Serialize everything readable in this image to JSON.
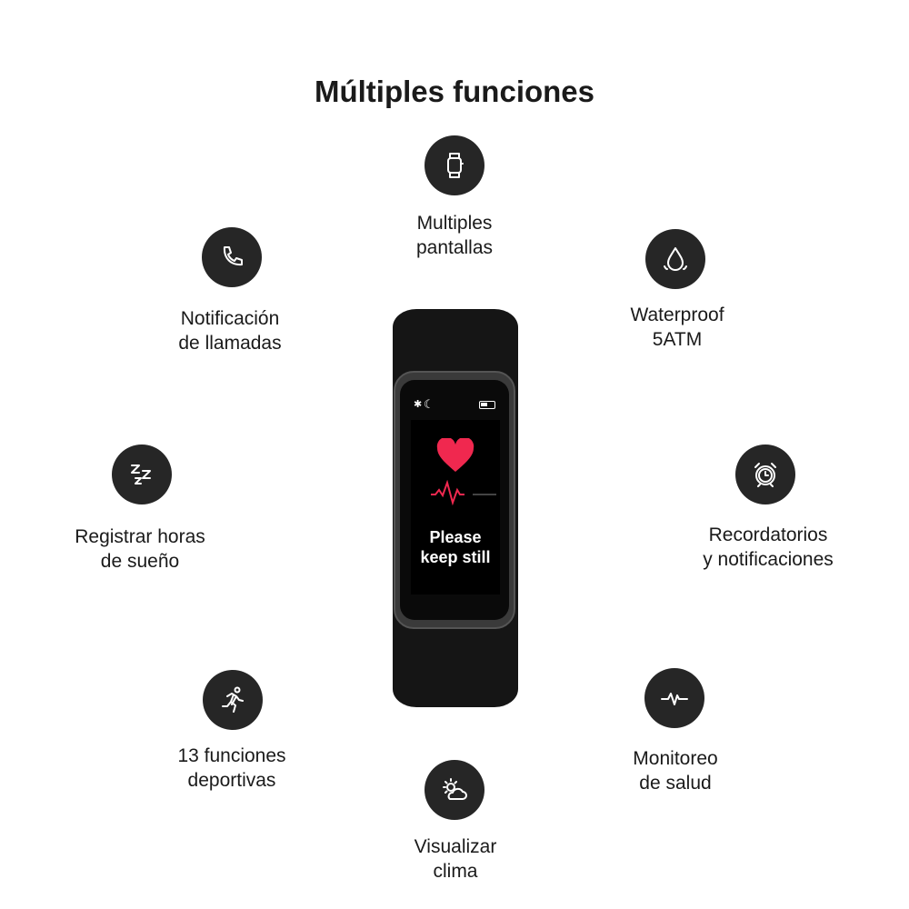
{
  "title": "Múltiples funciones",
  "features": [
    {
      "icon": "smartwatch-icon",
      "line1": "Multiples",
      "line2": "pantallas"
    },
    {
      "icon": "phone-icon",
      "line1": "Notificación",
      "line2": "de llamadas"
    },
    {
      "icon": "water-drop-icon",
      "line1": "Waterproof",
      "line2": "5ATM"
    },
    {
      "icon": "sleep-zzz-icon",
      "line1": "Registrar horas",
      "line2": "de sueño"
    },
    {
      "icon": "alarm-clock-icon",
      "line1": "Recordatorios",
      "line2": "y notificaciones"
    },
    {
      "icon": "running-icon",
      "line1": "13 funciones",
      "line2": "deportivas"
    },
    {
      "icon": "heartbeat-icon",
      "line1": "Monitoreo",
      "line2": "de salud"
    },
    {
      "icon": "weather-icon",
      "line1": "Visualizar",
      "line2": "clima"
    }
  ],
  "watch": {
    "message_line1": "Please",
    "message_line2": "keep still",
    "heart_color": "#f0284f"
  }
}
